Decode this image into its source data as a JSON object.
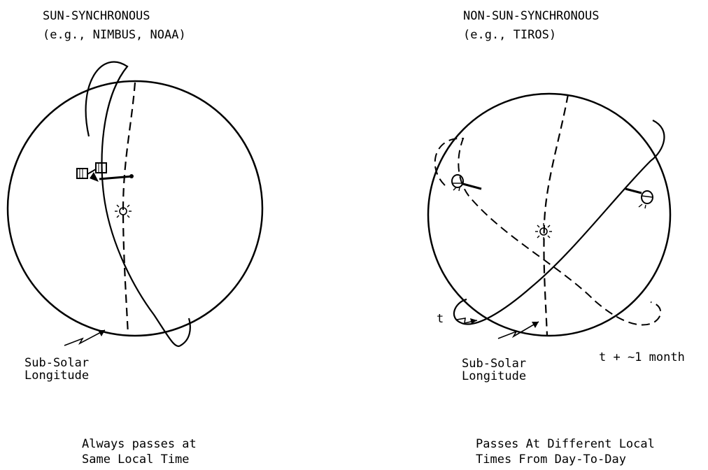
{
  "left": {
    "title_line1": "SUN-SYNCHRONOUS",
    "title_line2": "(e.g., NIMBUS, NOAA)",
    "pointer_label_line1": "Sub-Solar",
    "pointer_label_line2": "Longitude",
    "caption_line1": "Always passes at",
    "caption_line2": "Same Local Time"
  },
  "right": {
    "title_line1": "NON-SUN-SYNCHRONOUS",
    "title_line2": "(e.g., TIROS)",
    "pointer_label_line1": "Sub-Solar",
    "pointer_label_line2": "Longitude",
    "time_t_label": "t",
    "time_month_label": "t + ~1 month",
    "caption_line1": "Passes At Different Local",
    "caption_line2": "Times From Day-To-Day"
  }
}
